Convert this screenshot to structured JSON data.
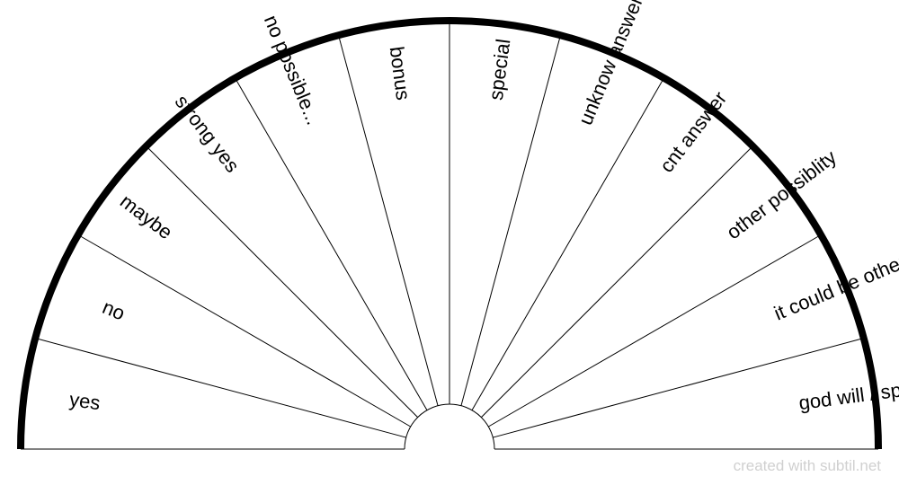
{
  "chart_data": {
    "type": "diagram",
    "shape": "semicircle-dial",
    "sectors": [
      "yes",
      "no",
      "maybe",
      "strong yes",
      "no possible...",
      "bonus",
      "special",
      "unknow answer",
      "cnt answer",
      "other possiblity",
      "it could be other thing...",
      "god will / spirit will"
    ],
    "colors": {
      "outer_arc": "#000000",
      "spokes": "#000000",
      "label_text": "#000000",
      "footer_text": "#d0d0d0"
    }
  },
  "footer": {
    "credit": "created with subtil.net"
  }
}
